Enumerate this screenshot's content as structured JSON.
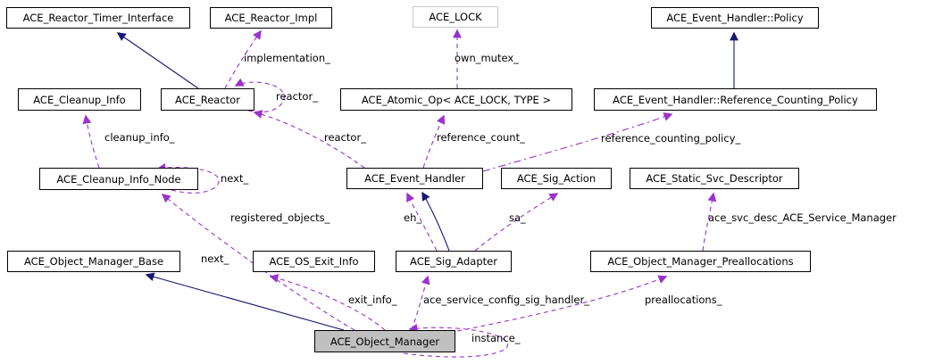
{
  "diagram": {
    "type": "collaboration-graph",
    "colors": {
      "inheritance_edge": "#191970",
      "usage_edge": "#9a32cd",
      "node_border": "#000000",
      "template_node_border": "#c9c9c9",
      "current_node_fill": "#c0c0c0",
      "background": "#ffffff"
    },
    "nodes": [
      {
        "id": "reactor-timer-interface",
        "label": "ACE_Reactor_Timer_Interface"
      },
      {
        "id": "reactor-impl",
        "label": "ACE_Reactor_Impl"
      },
      {
        "id": "ace-lock",
        "label": "ACE_LOCK"
      },
      {
        "id": "event-handler-policy",
        "label": "ACE_Event_Handler::Policy"
      },
      {
        "id": "cleanup-info",
        "label": "ACE_Cleanup_Info"
      },
      {
        "id": "reactor",
        "label": "ACE_Reactor"
      },
      {
        "id": "atomic-op",
        "label": "ACE_Atomic_Op< ACE_LOCK, TYPE >"
      },
      {
        "id": "reference-counting-policy",
        "label": "ACE_Event_Handler::Reference_Counting_Policy"
      },
      {
        "id": "cleanup-info-node",
        "label": "ACE_Cleanup_Info_Node"
      },
      {
        "id": "event-handler",
        "label": "ACE_Event_Handler"
      },
      {
        "id": "sig-action",
        "label": "ACE_Sig_Action"
      },
      {
        "id": "static-svc-descriptor",
        "label": "ACE_Static_Svc_Descriptor"
      },
      {
        "id": "object-manager-base",
        "label": "ACE_Object_Manager_Base"
      },
      {
        "id": "os-exit-info",
        "label": "ACE_OS_Exit_Info"
      },
      {
        "id": "sig-adapter",
        "label": "ACE_Sig_Adapter"
      },
      {
        "id": "object-manager-preallocations",
        "label": "ACE_Object_Manager_Preallocations"
      },
      {
        "id": "object-manager",
        "label": "ACE_Object_Manager"
      }
    ],
    "edge_labels": [
      {
        "id": "implementation",
        "text": "implementation_"
      },
      {
        "id": "own-mutex",
        "text": "own_mutex_"
      },
      {
        "id": "reactor-self",
        "text": "reactor_"
      },
      {
        "id": "cleanup-info",
        "text": "cleanup_info_"
      },
      {
        "id": "reactor-from-event-handler",
        "text": "reactor_"
      },
      {
        "id": "reference-count",
        "text": "reference_count_"
      },
      {
        "id": "reference-counting-policy",
        "text": "reference_counting_policy_"
      },
      {
        "id": "next-cleanup-node",
        "text": "next_"
      },
      {
        "id": "registered-objects",
        "text": "registered_objects_"
      },
      {
        "id": "eh",
        "text": "eh_"
      },
      {
        "id": "sa",
        "text": "sa_"
      },
      {
        "id": "ace-svc-desc",
        "text": "ace_svc_desc_ACE_Service_Manager"
      },
      {
        "id": "next-object-manager-base",
        "text": "next_"
      },
      {
        "id": "exit-info",
        "text": "exit_info_"
      },
      {
        "id": "ace-service-config-sig-handler",
        "text": "ace_service_config_sig_handler_"
      },
      {
        "id": "preallocations",
        "text": "preallocations_"
      },
      {
        "id": "instance",
        "text": "instance_"
      }
    ]
  }
}
